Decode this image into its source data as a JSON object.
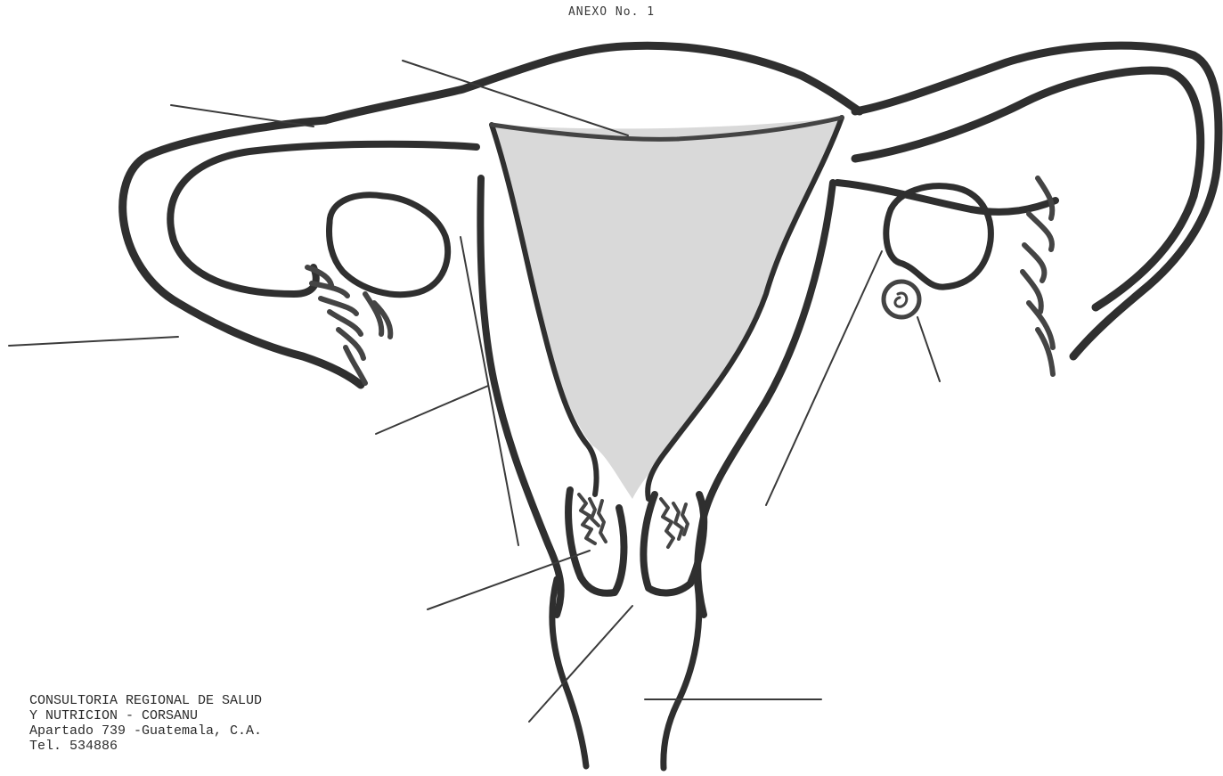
{
  "header": {
    "title": "ANEXO No. 1"
  },
  "footer": {
    "line1": "CONSULTORIA REGIONAL DE SALUD",
    "line2": "Y NUTRICION - CORSANU",
    "line3": "Apartado 739 -Guatemala, C.A.",
    "line4": "Tel. 534886"
  },
  "colors": {
    "ink": "#2f2f2f",
    "paper": "#ffffff"
  }
}
